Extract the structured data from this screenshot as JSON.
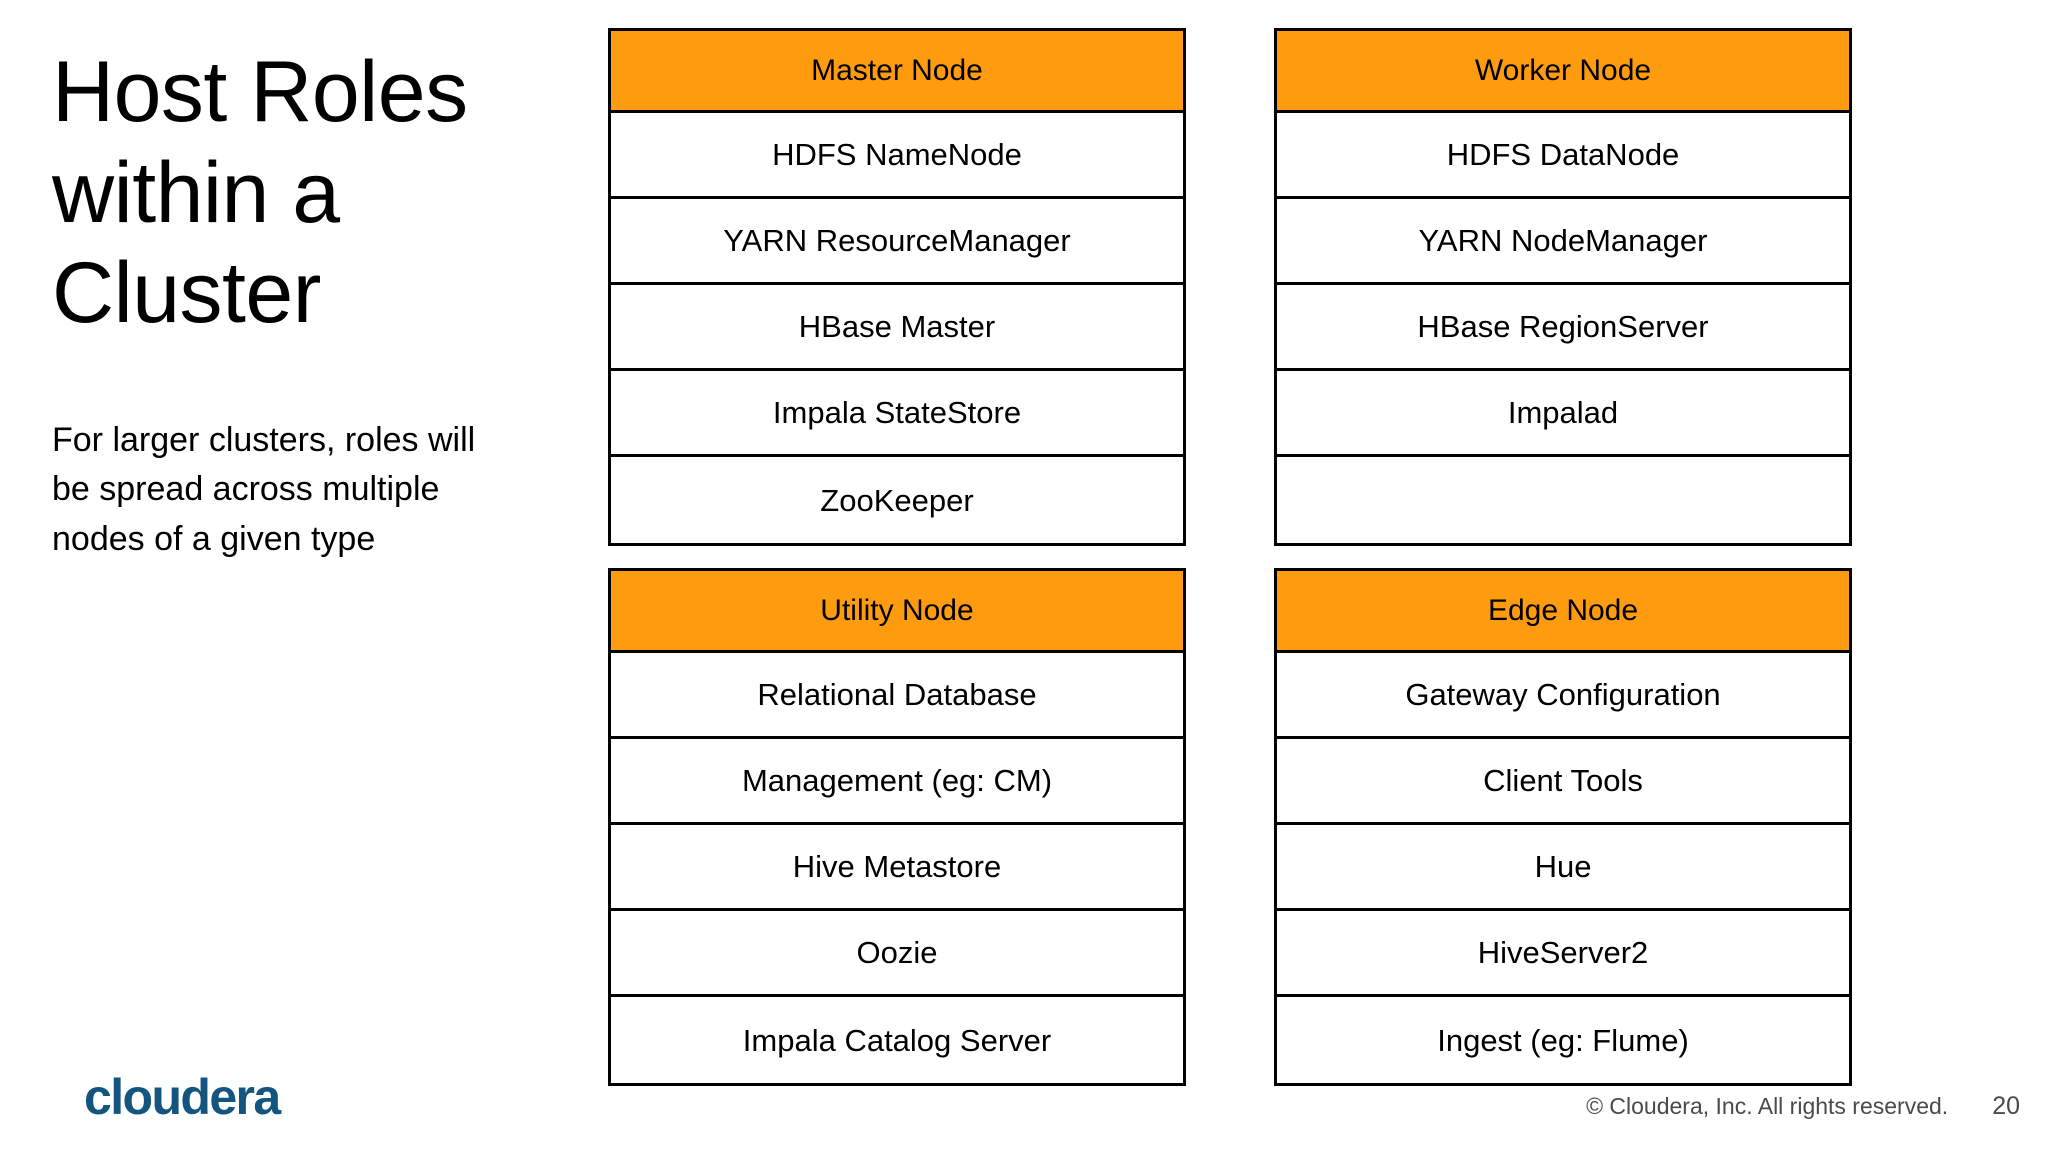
{
  "slide": {
    "title": "Host Roles within a Cluster",
    "body_text": "For larger clusters, roles will be spread across multiple nodes of a given type"
  },
  "theme": {
    "header_orange": "#FF9B0E",
    "border_black": "#000000",
    "brand_blue": "#13557F",
    "background": "#FFFFFF"
  },
  "tables": [
    {
      "header": "Master Node",
      "rows": [
        "HDFS NameNode",
        "YARN ResourceManager",
        "HBase Master",
        "Impala StateStore",
        "ZooKeeper"
      ]
    },
    {
      "header": "Worker Node",
      "rows": [
        "HDFS DataNode",
        "YARN NodeManager",
        "HBase RegionServer",
        "Impalad",
        ""
      ]
    },
    {
      "header": "Utility Node",
      "rows": [
        "Relational Database",
        "Management (eg: CM)",
        "Hive Metastore",
        "Oozie",
        "Impala Catalog Server"
      ]
    },
    {
      "header": "Edge Node",
      "rows": [
        "Gateway Configuration",
        "Client Tools",
        "Hue",
        "HiveServer2",
        "Ingest (eg: Flume)"
      ]
    }
  ],
  "footer": {
    "logo_text": "cloudera",
    "copyright": "© Cloudera, Inc. All rights reserved.",
    "page_number": "20"
  }
}
